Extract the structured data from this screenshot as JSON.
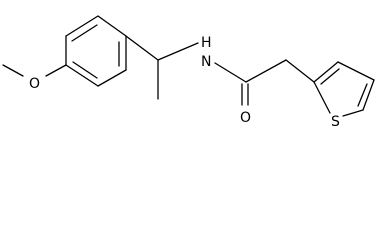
{
  "molecule": {
    "atom_labels": {
      "methoxy_oxygen": "O",
      "amide_nitrogen": "N",
      "amide_hydrogen": "H",
      "carbonyl_oxygen": "O",
      "thiophene_sulfur": "S"
    },
    "colors": {
      "bond": "#000000",
      "text": "#000000",
      "background": "#ffffff"
    }
  }
}
